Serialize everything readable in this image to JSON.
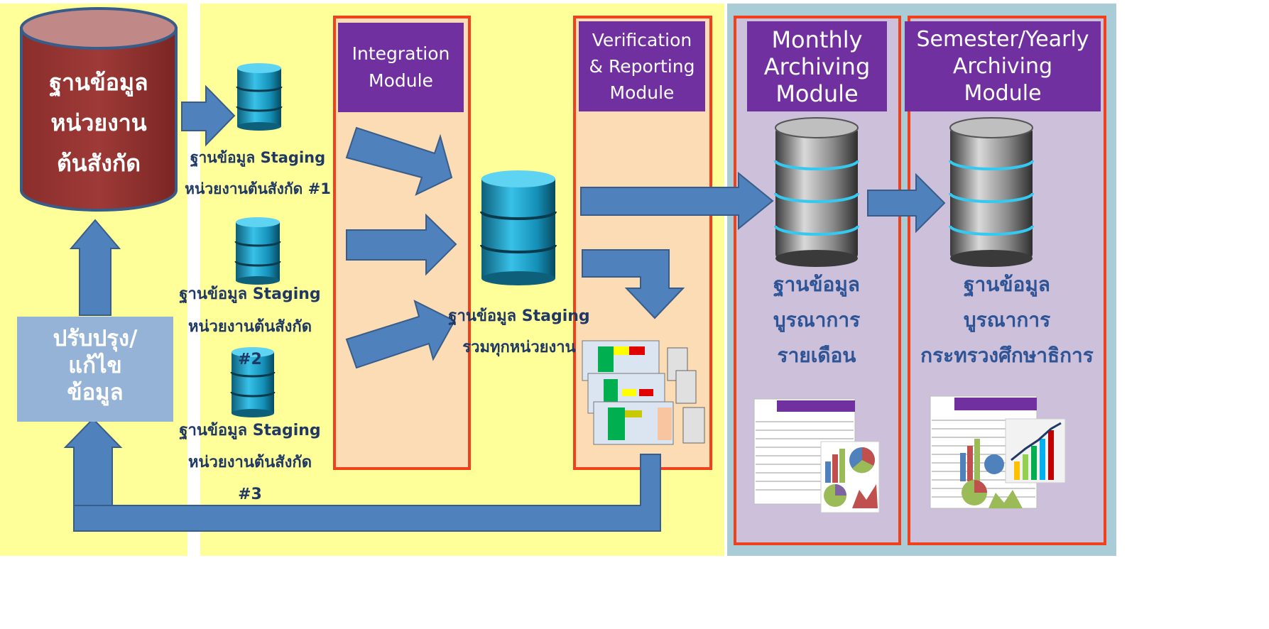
{
  "colors": {
    "yellow": "#ffff99",
    "peach": "#fbdcb4",
    "teal": "#a9ccd6",
    "lavender": "#ccc0da",
    "border_red": "#f0401c",
    "module_purple": "#7030a0",
    "arrow_blue": "#4f81bd",
    "source_db": "#953735",
    "fix_box": "#95b3d7",
    "label_navy": "#1f3864"
  },
  "source_db": {
    "label": "ฐานข้อมูล\nหน่วยงาน\nต้นสังกัด"
  },
  "fix_box": {
    "label": "ปรับปรุง/\nแก้ไข\nข้อมูล"
  },
  "staging": [
    {
      "label": "ฐานข้อมูล Staging\nหน่วยงานต้นสังกัด #1"
    },
    {
      "label": "ฐานข้อมูล Staging\nหน่วยงานต้นสังกัด\n#2"
    },
    {
      "label": "ฐานข้อมูล Staging\nหน่วยงานต้นสังกัด\n#3"
    }
  ],
  "modules": {
    "integration": "Integration\nModule",
    "verification": "Verification\n& Reporting\nModule",
    "monthly": "Monthly\nArchiving\nModule",
    "yearly": "Semester/Yearly\nArchiving\nModule"
  },
  "central_db": {
    "label": "ฐานข้อมูล Staging\nรวมทุกหน่วยงาน"
  },
  "monthly_db": {
    "label": "ฐานข้อมูล\nบูรณาการ\nรายเดือน"
  },
  "yearly_db": {
    "label": "ฐานข้อมูล\nบูรณาการ\nกระทรวงศึกษาธิการ"
  },
  "icons": {
    "db_small": "cyan-database-icon",
    "db_server": "server-database-icon",
    "report": "spreadsheet-report-icon",
    "dashboard": "dashboard-chart-icon"
  }
}
